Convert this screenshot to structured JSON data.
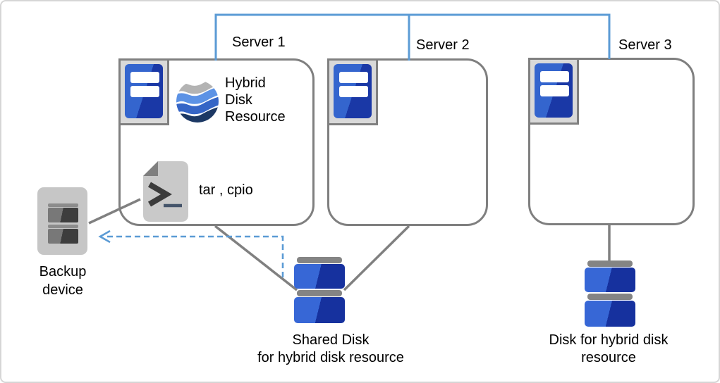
{
  "servers": [
    {
      "label": "Server 1"
    },
    {
      "label": "Server 2"
    },
    {
      "label": "Server 3"
    }
  ],
  "server1": {
    "resource_label": "Hybrid Disk Resource",
    "tools_label": "tar , cpio"
  },
  "backup": {
    "label": "Backup device"
  },
  "shared_disk": {
    "label": "Shared Disk\nfor hybrid disk resource"
  },
  "hybrid_disk": {
    "label": "Disk for hybrid disk\nresource"
  },
  "icons": {
    "server": "server-tower-icon",
    "hybrid_disk_resource": "wave-sphere-icon",
    "tools": "shell-script-file-icon",
    "backup_device": "tape-drive-icon",
    "disk": "disk-stack-icon"
  },
  "colors": {
    "connector_blue": "#5b9bd5",
    "line_gray": "#808080",
    "box_border_gray": "#7f7f7f",
    "server_blue_light": "#3465ce",
    "server_blue_dark": "#1a38a6",
    "disk_blue_light": "#3767d6",
    "disk_blue_dark": "#16319e",
    "wave_gray": "#b3b3b3",
    "wave_light_blue": "#5c92e5",
    "wave_mid_blue": "#3565c6",
    "wave_dark_blue": "#1c3864",
    "device_body_gray": "#c6c6c6"
  }
}
